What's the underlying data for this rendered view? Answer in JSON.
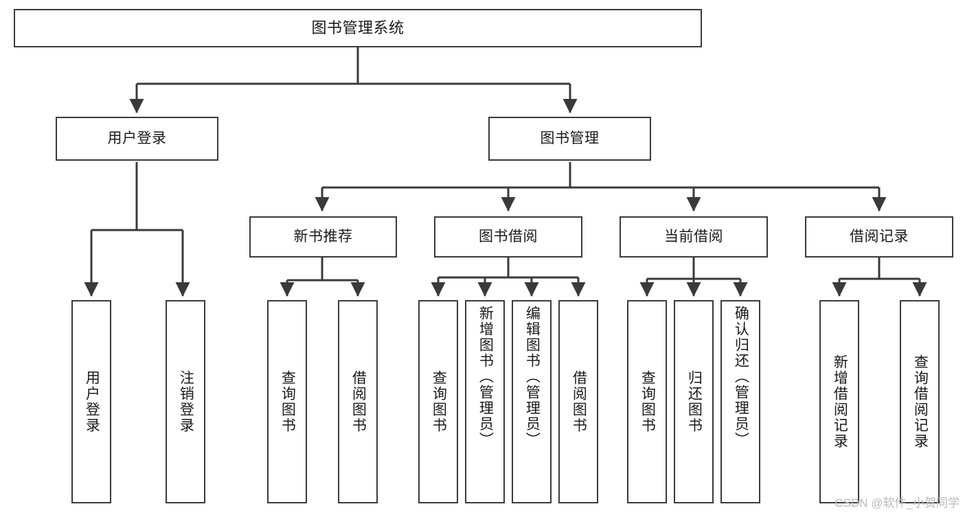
{
  "diagram": {
    "type": "tree-hierarchy",
    "title": "图书管理系统",
    "stroke_color": "#3a3a3a",
    "background_color": "#ffffff",
    "text_color": "#1a1a1a",
    "root": {
      "label": "图书管理系统"
    },
    "level2": [
      {
        "id": "user-login",
        "label": "用户登录"
      },
      {
        "id": "book-manage",
        "label": "图书管理"
      }
    ],
    "level3": [
      {
        "id": "new-book-rec",
        "label": "新书推荐"
      },
      {
        "id": "book-borrow",
        "label": "图书借阅"
      },
      {
        "id": "current-borrow",
        "label": "当前借阅"
      },
      {
        "id": "borrow-record",
        "label": "借阅记录"
      }
    ],
    "leaves": {
      "user_login": [
        {
          "id": "leaf-user-login",
          "label": "用户登录"
        },
        {
          "id": "leaf-user-logout",
          "label": "注销登录"
        }
      ],
      "new_book_rec": [
        {
          "id": "leaf-query-book-1",
          "label": "查询图书"
        },
        {
          "id": "leaf-borrow-book-1",
          "label": "借阅图书"
        }
      ],
      "book_borrow": [
        {
          "id": "leaf-query-book-2",
          "label": "查询图书"
        },
        {
          "id": "leaf-add-book",
          "label": "新增图书（管理员）"
        },
        {
          "id": "leaf-edit-book",
          "label": "编辑图书（管理员）"
        },
        {
          "id": "leaf-borrow-book-2",
          "label": "借阅图书"
        }
      ],
      "current_borrow": [
        {
          "id": "leaf-query-book-3",
          "label": "查询图书"
        },
        {
          "id": "leaf-return-book",
          "label": "归还图书"
        },
        {
          "id": "leaf-confirm-return",
          "label": "确认归还（管理员）"
        }
      ],
      "borrow_record": [
        {
          "id": "leaf-add-record",
          "label": "新增借阅记录"
        },
        {
          "id": "leaf-query-record",
          "label": "查询借阅记录"
        }
      ]
    }
  },
  "watermark": {
    "text": "CSDN @软件_小贺同学"
  }
}
